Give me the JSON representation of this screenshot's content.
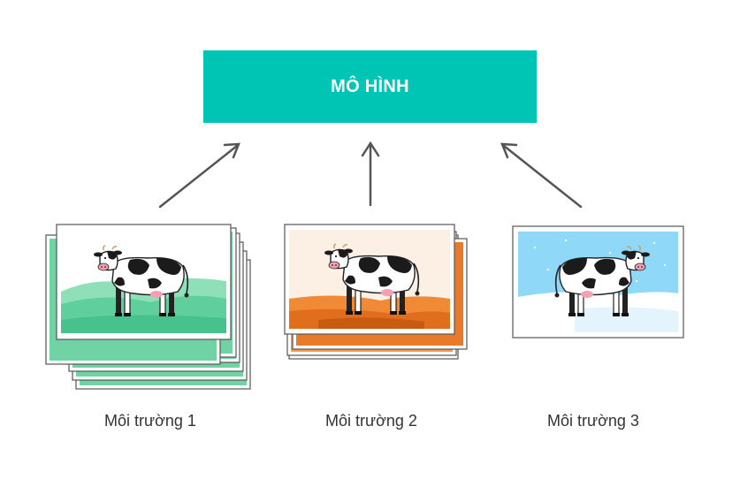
{
  "model": {
    "label": "MÔ HÌNH"
  },
  "environments": [
    {
      "label": "Môi trường 1",
      "scene": "grass"
    },
    {
      "label": "Môi trường 2",
      "scene": "desert"
    },
    {
      "label": "Môi trường 3",
      "scene": "snow"
    }
  ],
  "colors": {
    "model_box": "#00c5b4",
    "arrow": "#555555",
    "grass": "#5fcf9e",
    "desert": "#e97a2a",
    "desert_sky": "#fcefe4",
    "snow_sky": "#8fd8f8"
  }
}
